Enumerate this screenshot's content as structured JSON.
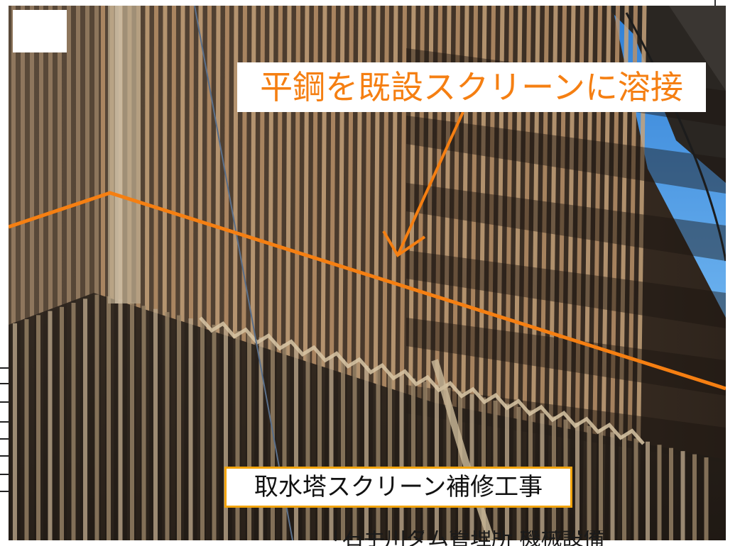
{
  "photo": {
    "subject": "intake-tower-screen-photo"
  },
  "callouts": {
    "weld_label": "平鋼を既設スクリーンに溶接",
    "caption": "取水塔スクリーン補修工事",
    "footer_partial": "「石手川ダム管理所 機械設備"
  },
  "colors": {
    "annotation_orange": "#f57f12",
    "caption_border": "#f2a40d",
    "sky_blue": "#3d8fe0"
  }
}
